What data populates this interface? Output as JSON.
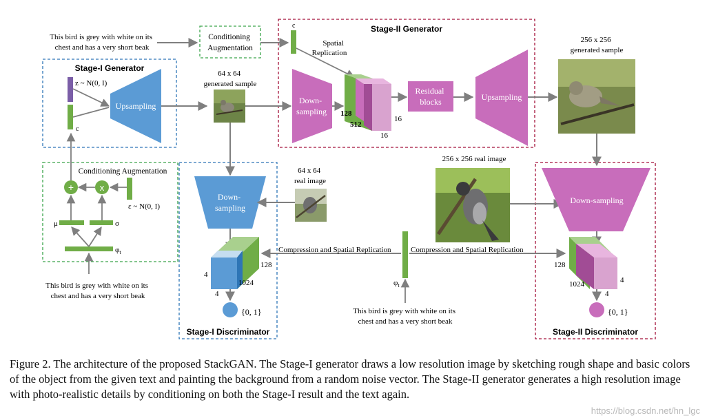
{
  "text_top_left": [
    "This bird is grey with white on its",
    "chest and has a very short beak"
  ],
  "text_bottom_left": [
    "This bird is grey with white on its",
    "chest and has a very short beak"
  ],
  "text_bottom_center": [
    "This bird is grey with white on its",
    "chest and has a very short beak"
  ],
  "cond_aug_top": [
    "Conditioning",
    "Augmentation"
  ],
  "cond_aug_left_title": "Conditioning Augmentation",
  "stage1_gen_title": "Stage-I Generator",
  "stage2_gen_title": "Stage-II Generator",
  "stage1_disc_title": "Stage-I Discriminator",
  "stage2_disc_title": "Stage-II Discriminator",
  "z_label": "z ~ N(0, I)",
  "c_label": "c",
  "c_label_top": "c",
  "eps_label": "ε ~ N(0, I)",
  "mu_label": "μ",
  "sigma_label": "σ",
  "phi_label": "φ",
  "phi_sub": "t",
  "plus_symbol": "+",
  "times_symbol": "x",
  "upsampling_1": "Upsampling",
  "upsampling_2": "Upsampling",
  "downsampling_g2": [
    "Down-",
    "sampling"
  ],
  "downsampling_d1": [
    "Down-",
    "sampling"
  ],
  "downsampling_d2": "Down-sampling",
  "spatial_replication": [
    "Spatial",
    "Replication"
  ],
  "residual_blocks": [
    "Residual",
    "blocks"
  ],
  "sample_64": [
    "64 x 64",
    "generated sample"
  ],
  "sample_256": [
    "256 x 256",
    "generated sample"
  ],
  "real_64": [
    "64 x 64",
    "real image"
  ],
  "real_256": "256 x 256 real image",
  "compression_left": "Compression and Spatial Replication",
  "compression_right": "Compression and Spatial Replication",
  "g2_cube_dims": {
    "a": "128",
    "b": "512",
    "c": "16",
    "d": "16"
  },
  "d1_cube_dims": {
    "a": "128",
    "b": "4",
    "c": "1024",
    "d": "4"
  },
  "d2_cube_dims": {
    "a": "128",
    "b": "1024",
    "c": "4",
    "d": "4"
  },
  "output_label_1": "{0, 1}",
  "output_label_2": "{0, 1}",
  "caption": "Figure 2. The architecture of the proposed StackGAN. The Stage-I generator draws a low resolution image by sketching rough shape and basic colors of the object from the given text and painting the background from a random noise vector. The Stage-II generator generates a high resolution image with photo-realistic details by conditioning on both the Stage-I result and the text again.",
  "watermark": "https://blog.csdn.net/hn_lgc",
  "colors": {
    "blue": "#5b9bd5",
    "pink": "#c86dbb",
    "green": "#70ad47",
    "purple_bar": "#7b5ea7",
    "red_dash": "#a3123a",
    "blue_dash": "#2e75b6",
    "green_dash": "#3aa54a",
    "arrow": "#7f7f7f"
  }
}
